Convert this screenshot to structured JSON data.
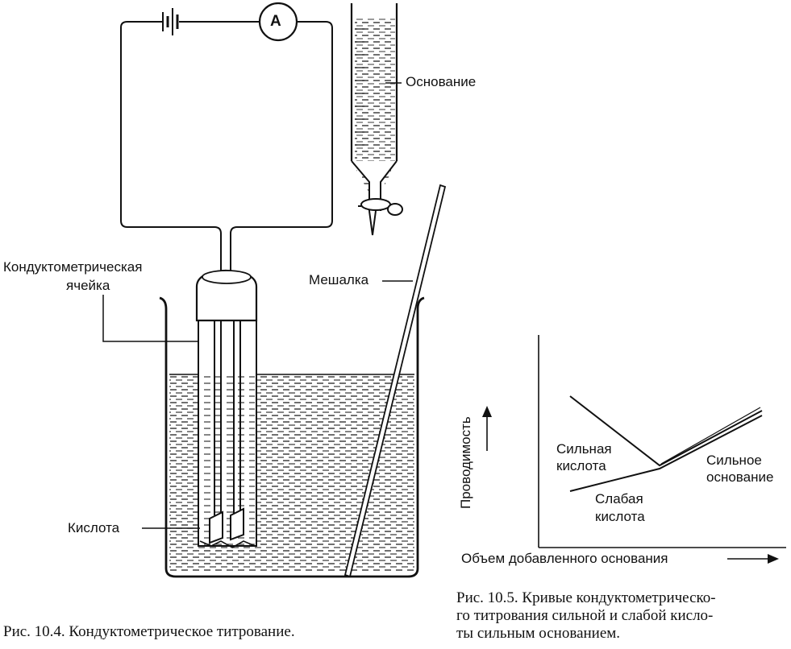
{
  "figure_104": {
    "ammeter_symbol": "A",
    "labels": {
      "base": "Основание",
      "cell_line1": "Кондуктометрическая",
      "cell_line2": "ячейка",
      "stirrer": "Мешалка",
      "acid": "Кислота"
    },
    "caption": "Рис. 10.4. Кондуктометрическое титрование."
  },
  "figure_105": {
    "y_axis_label": "Проводимость",
    "x_axis_label": "Объем добавленного основания",
    "curve_labels": {
      "strong_acid_1": "Сильная",
      "strong_acid_2": "кислота",
      "weak_acid_1": "Слабая",
      "weak_acid_2": "кислота",
      "strong_base_1": "Сильное",
      "strong_base_2": "основание"
    },
    "caption_line1": "Рис. 10.5. Кривые кондуктометрическо-",
    "caption_line2": "го титрования сильной и слабой кисло-",
    "caption_line3": "ты сильным основанием."
  },
  "colors": {
    "ink": "#111111",
    "paper": "#ffffff"
  }
}
